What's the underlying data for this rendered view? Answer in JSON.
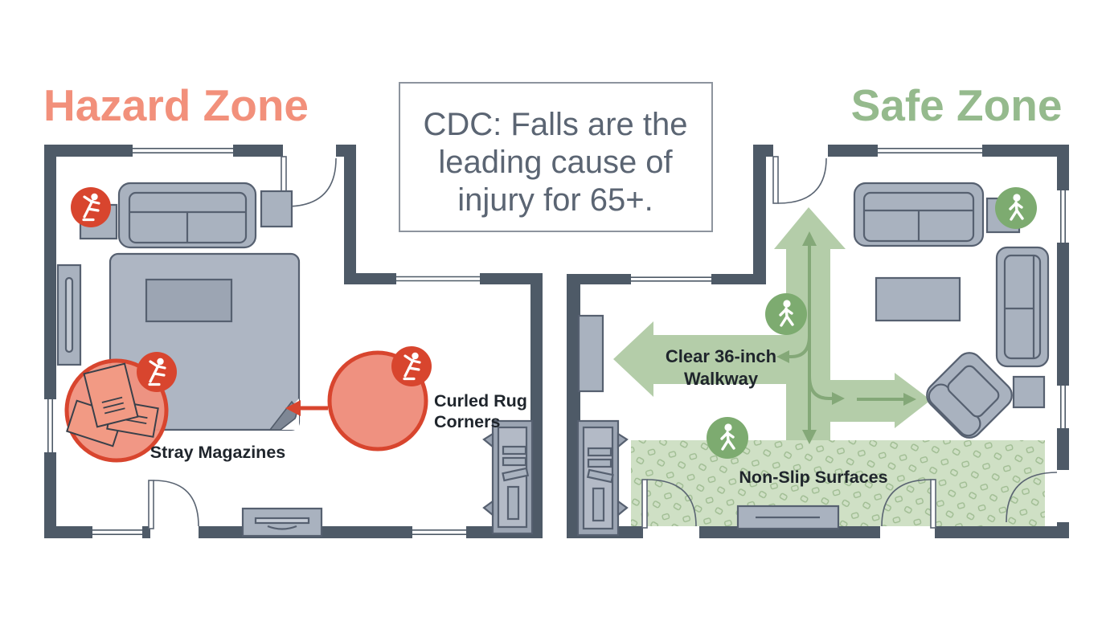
{
  "header": {
    "hazard_title": "Hazard Zone",
    "safe_title": "Safe Zone",
    "callout": {
      "line1": "CDC: Falls are the",
      "line2": "leading cause of",
      "line3": "injury for 65+."
    }
  },
  "hazard_zone": {
    "labels": {
      "magazines": "Stray Magazines",
      "rug_line1": "Curled Rug",
      "rug_line2": "Corners"
    },
    "icon": "slip-fall-icon"
  },
  "safe_zone": {
    "labels": {
      "walkway_line1": "Clear 36-inch",
      "walkway_line2": "Walkway",
      "nonslip": "Non-Slip Surfaces"
    },
    "icon": "walking-person-icon"
  },
  "colors": {
    "hazard_title": "#F2907B",
    "safe_title": "#95BA8D",
    "hazard_red": "#D8452E",
    "hazard_salmon": "#F0917E",
    "walkway_arrow": "#B4CDA9",
    "walkway_arrow_dark": "#84A878",
    "safe_badge": "#7DAB70",
    "nonslip_fill": "#CFE0C5",
    "wall": "#4E5A67",
    "furniture": "#A9B2BF",
    "callout_text": "#5B6573",
    "label_text": "#1F252C"
  }
}
